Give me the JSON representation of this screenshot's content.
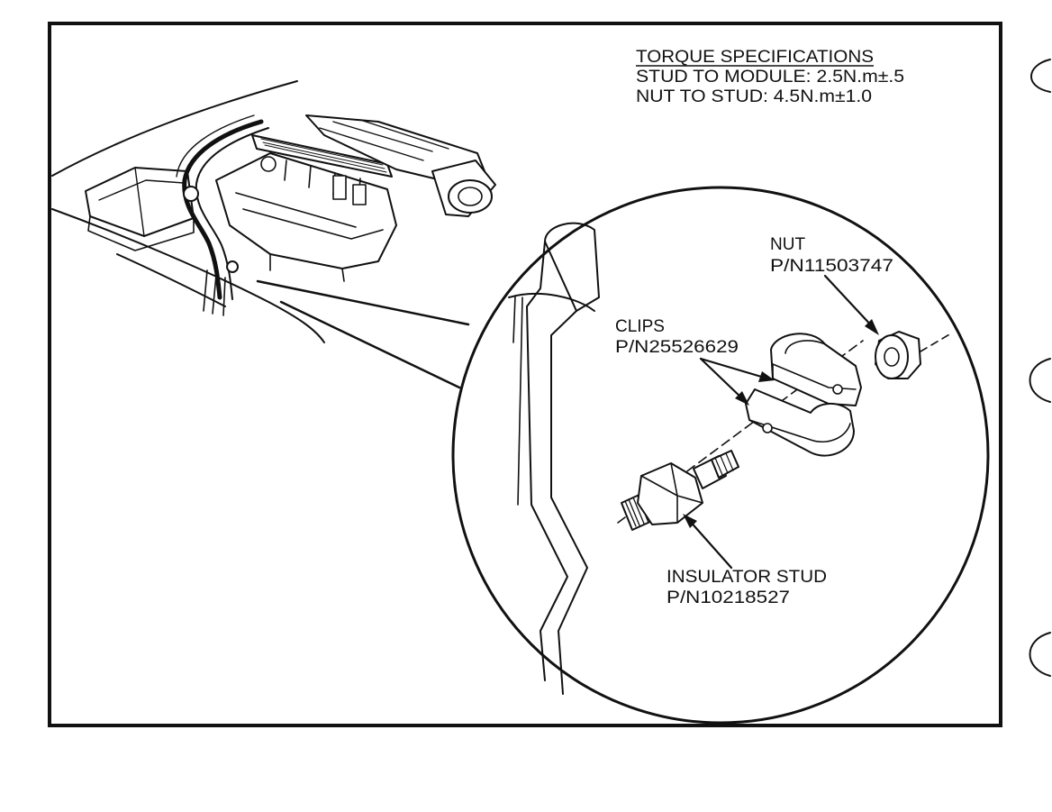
{
  "torque": {
    "title": "TORQUE SPECIFICATIONS",
    "stud_to_module": "STUD TO MODULE:  2.5N.m±.5",
    "nut_to_stud": "NUT TO STUD:  4.5N.m±1.0"
  },
  "nut": {
    "name": "NUT",
    "part": "P/N11503747"
  },
  "clips": {
    "name": "CLIPS",
    "part": "P/N25526629"
  },
  "stud": {
    "name": "INSULATOR STUD",
    "part": "P/N10218527"
  },
  "colors": {
    "ink": "#111111",
    "paper": "#ffffff"
  }
}
